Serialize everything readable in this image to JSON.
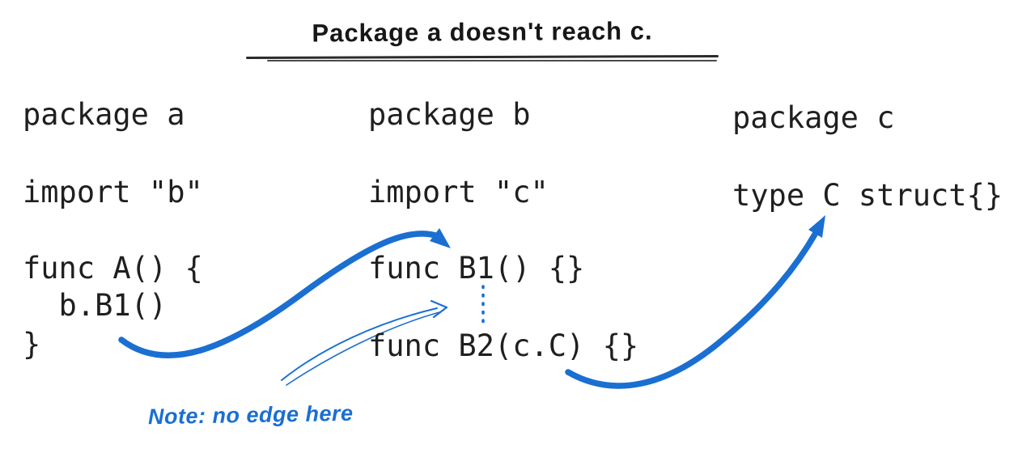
{
  "colors": {
    "accent": "#1a6fd1",
    "ink": "#1f1f1f"
  },
  "title": "Package a doesn't reach c.",
  "columns": [
    {
      "id": "package-a",
      "lines": [
        "package a",
        "import \"b\"",
        "func A() {",
        "  b.B1()",
        "}"
      ]
    },
    {
      "id": "package-b",
      "lines": [
        "package b",
        "import \"c\"",
        "func B1() {}",
        "func B2(c.C) {}"
      ]
    },
    {
      "id": "package-c",
      "lines": [
        "package c",
        "type C struct{}"
      ]
    }
  ],
  "note": "Note: no edge here",
  "arrows": [
    {
      "name": "arrow-a-to-b1"
    },
    {
      "name": "arrow-note-to-gap"
    },
    {
      "name": "arrow-b2-to-c"
    }
  ]
}
